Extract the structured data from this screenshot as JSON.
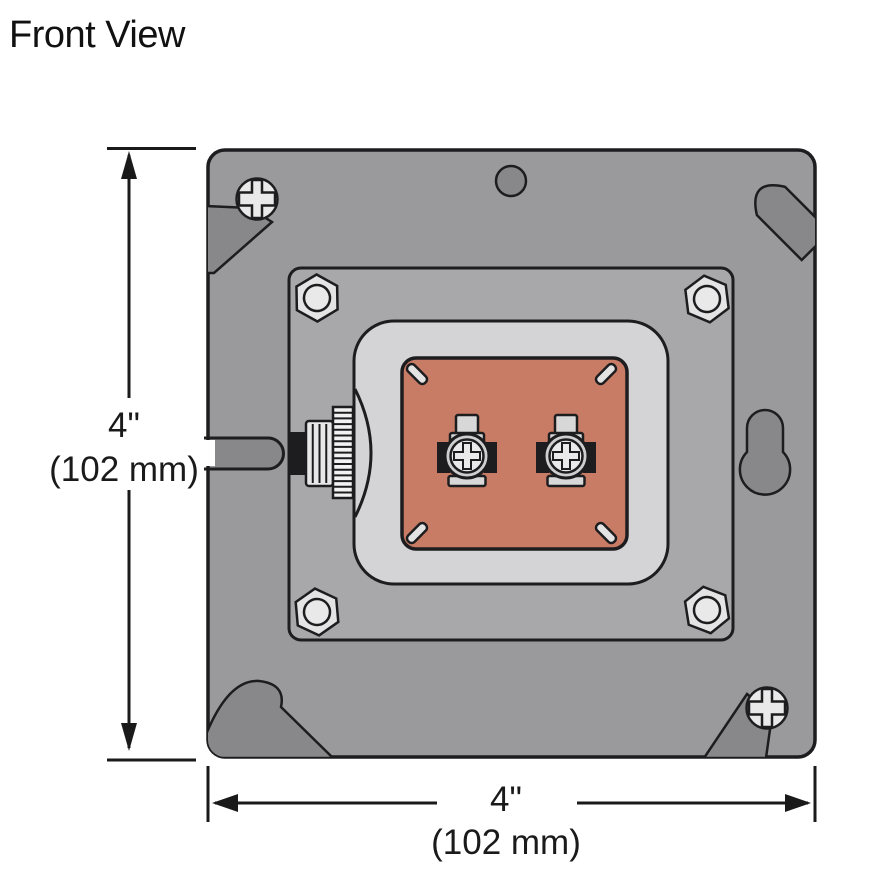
{
  "title": "Front View",
  "dimensions": {
    "height": {
      "imperial": "4\"",
      "metric": "(102 mm)"
    },
    "width": {
      "imperial": "4\"",
      "metric": "(102 mm)"
    }
  },
  "colors": {
    "background": "#ffffff",
    "body": "#9a9a9c",
    "recess_dark": "#88888b",
    "frame": "#a8a8aa",
    "panel": "#d4d4d6",
    "terminal_plate": "#c87c66",
    "hardware_light": "#e9e9e9",
    "outline": "#1d1d1f"
  }
}
